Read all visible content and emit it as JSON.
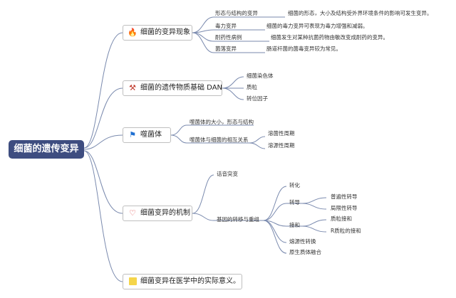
{
  "root": {
    "label": "细菌的遗传变异"
  },
  "topics": {
    "variation": {
      "label": "细菌的变异现象",
      "icon": "fire-icon"
    },
    "basis": {
      "label": "细菌的遗传物质基础 DAN",
      "icon": "tools-icon"
    },
    "phage": {
      "label": "噬菌体",
      "icon": "flag-icon"
    },
    "mechanism": {
      "label": "细菌变异的机制",
      "icon": "heart-icon"
    },
    "meaning": {
      "label": "细菌变异在医学中的实际意义。",
      "icon": "note-icon"
    }
  },
  "variation_items": [
    {
      "label": "形态与结构的变异",
      "desc": "细菌的形态，大小及结构受外界环境条件的影响可发生变异。"
    },
    {
      "label": "毒力变异",
      "desc": "细菌的毒力变异可表现为毒力增强和减弱。"
    },
    {
      "label": "耐药性病例",
      "desc": "细菌发生对某种抗菌药物由敏改变成耐药的变异。"
    },
    {
      "label": "菌落变异",
      "desc": "肠道杆菌的菌毒变异较为常见。"
    }
  ],
  "basis_items": [
    "细菌染色体",
    "质粒",
    "转位因子"
  ],
  "phage_items": {
    "a": "噬菌体的大小，形态与结构",
    "b": "噬菌体与细菌的相互关系",
    "b_children": [
      "溶菌性周期",
      "溶源性周期"
    ]
  },
  "mechanism_items": {
    "mutation": "话音突变",
    "transfer": "基因的转移与重组",
    "transformation": "转化",
    "transduction": "转导",
    "transduction_children": [
      "普遍性转导",
      "局限性转导"
    ],
    "conjugation": "接和",
    "conjugation_children": [
      "质粒接和",
      "R质粒的接和"
    ],
    "lysogenic": "熔源性转换",
    "fusion": "原生质体融合"
  },
  "colors": {
    "root": "#3e4d80",
    "line": "#7a8aae",
    "fire": "#e8473b",
    "flag": "#1f6fd1",
    "heart": "#e04a4a",
    "note": "#f5d54a"
  }
}
